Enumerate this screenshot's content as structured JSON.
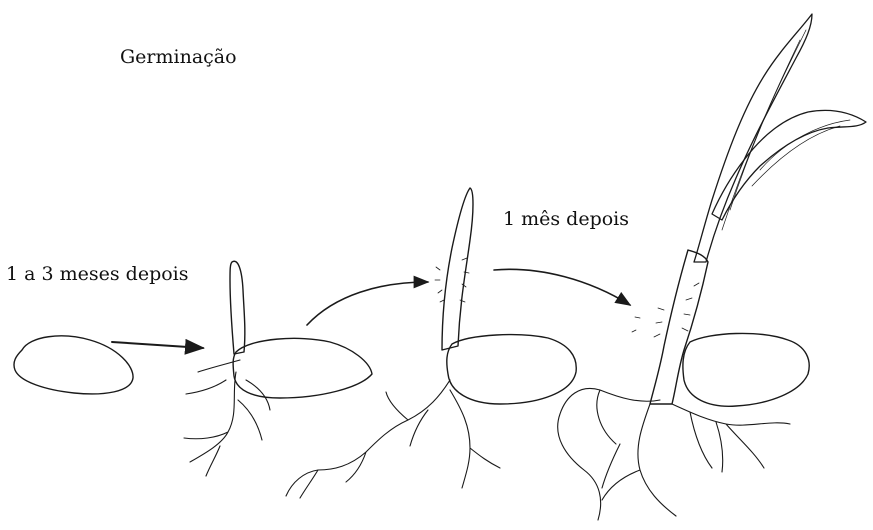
{
  "diagram": {
    "title": "Germinação",
    "stages": [
      {
        "name": "seed"
      },
      {
        "name": "early-sprout"
      },
      {
        "name": "sprout"
      },
      {
        "name": "seedling"
      }
    ],
    "transitions": [
      {
        "label": "1 a 3 meses depois"
      },
      {
        "label": ""
      },
      {
        "label": "1 mês depois"
      }
    ],
    "colors": {
      "ink": "#1a1a1a",
      "background": "#ffffff"
    }
  }
}
